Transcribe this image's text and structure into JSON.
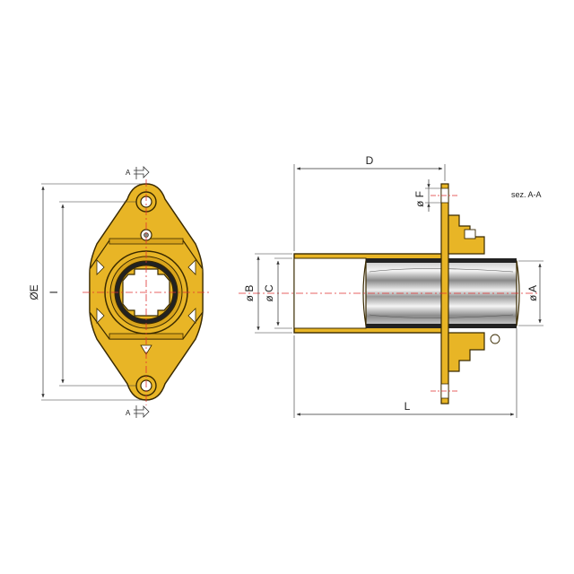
{
  "front_view": {
    "dim_e": "ØE",
    "dim_i": "I",
    "section_mark_top": "A",
    "section_mark_bottom": "A"
  },
  "side_view": {
    "dim_d": "D",
    "dim_l": "L",
    "dim_b": "ø B",
    "dim_c": "ø C",
    "dim_a": "ø A",
    "dim_f": "ø F",
    "section_label": "sez. A-A"
  },
  "colors": {
    "body": "#e8b526",
    "outline": "#3a2a00",
    "centerline": "#e03030",
    "dimension": "#333333",
    "bore_light": "#f4f4f4",
    "bore_shade": "#9a9a9a"
  }
}
